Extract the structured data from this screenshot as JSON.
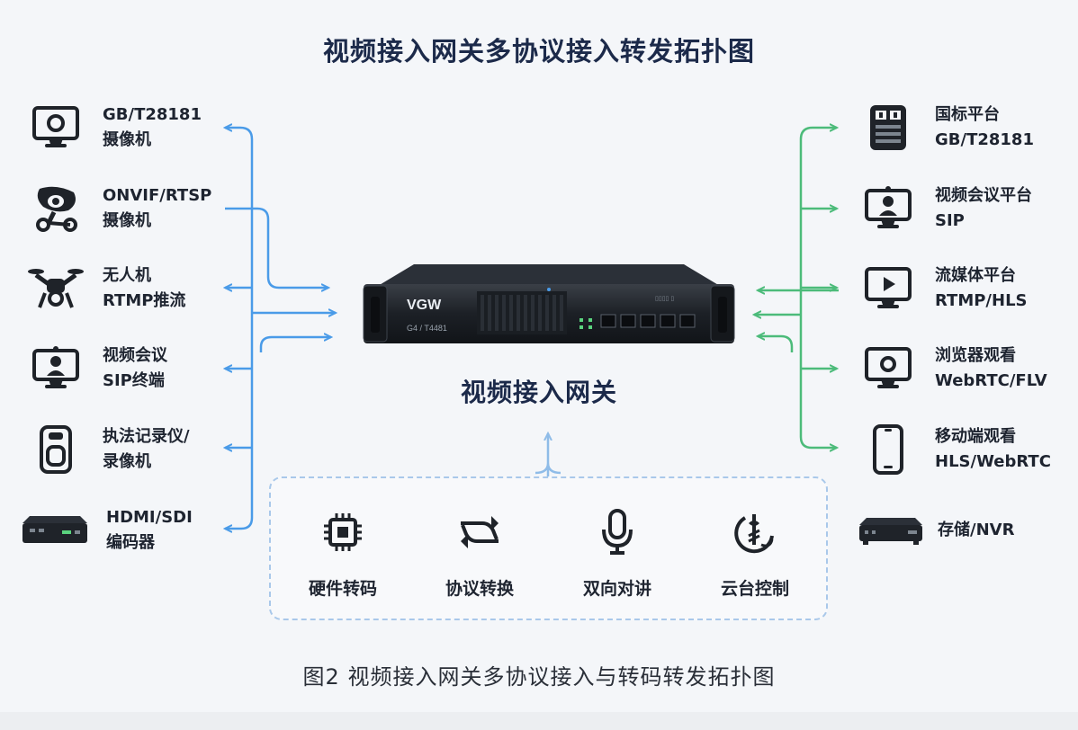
{
  "title": "视频接入网关多协议接入转发拓扑图",
  "caption": "图2  视频接入网关多协议接入与转码转发拓扑图",
  "gateway": {
    "label": "视频接入网关",
    "brand": "VGW",
    "model_text": "G4 / T4481",
    "tag_text": "▯▯▯▯ ▯"
  },
  "left_sources": [
    {
      "icon": "monitor-camera-icon",
      "line1": "GB/T28181",
      "line2": "摄像机"
    },
    {
      "icon": "dome-camera-icon",
      "line1": "ONVIF/RTSP",
      "line2": "摄像机"
    },
    {
      "icon": "drone-icon",
      "line1": "无人机",
      "line2": "RTMP推流"
    },
    {
      "icon": "video-conference-terminal-icon",
      "line1": "视频会议",
      "line2": "SIP终端"
    },
    {
      "icon": "body-camera-icon",
      "line1": "执法记录仪/",
      "line2": "录像机"
    },
    {
      "icon": "encoder-box-icon",
      "line1": "HDMI/SDI",
      "line2": "编码器"
    }
  ],
  "right_targets": [
    {
      "icon": "server-rack-icon",
      "line1": "国标平台",
      "line2": "GB/T28181"
    },
    {
      "icon": "conference-platform-icon",
      "line1": "视频会议平台",
      "line2": "SIP"
    },
    {
      "icon": "streaming-monitor-icon",
      "line1": "流媒体平台",
      "line2": "RTMP/HLS"
    },
    {
      "icon": "browser-monitor-icon",
      "line1": "浏览器观看",
      "line2": "WebRTC/FLV"
    },
    {
      "icon": "smartphone-icon",
      "line1": "移动端观看",
      "line2": "HLS/WebRTC"
    },
    {
      "icon": "nvr-box-icon",
      "line1": "存储/NVR",
      "line2": ""
    }
  ],
  "features": [
    {
      "icon": "chip-icon",
      "label": "硬件转码"
    },
    {
      "icon": "swap-arrows-icon",
      "label": "协议转换"
    },
    {
      "icon": "microphone-icon",
      "label": "双向对讲"
    },
    {
      "icon": "ptz-control-icon",
      "label": "云台控制"
    }
  ],
  "colors": {
    "left_arrow": "#4a9be8",
    "right_arrow": "#4cbb7a",
    "feature_arrow": "#8fbce8",
    "title": "#1c2a4a",
    "device_body": "#1f2329"
  }
}
